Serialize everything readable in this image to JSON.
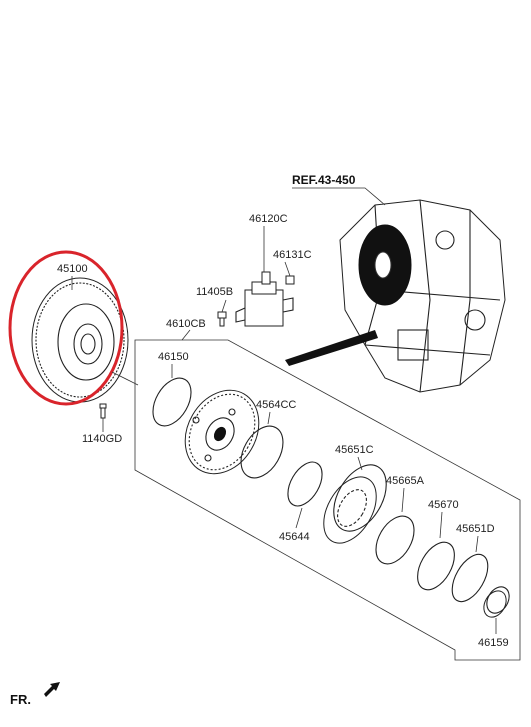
{
  "labels": {
    "ref": "REF.43-450",
    "p45100": "45100",
    "p46120C": "46120C",
    "p46131C": "46131C",
    "p11405B": "11405B",
    "p4610CB": "4610CB",
    "p46150": "46150",
    "p1140GD": "1140GD",
    "p4564CC": "4564CC",
    "p45651C": "45651C",
    "p45665A": "45665A",
    "p45670": "45670",
    "p45644": "45644",
    "p45651D": "45651D",
    "p46159": "46159",
    "fr": "FR."
  },
  "colors": {
    "highlight": "#d9242b",
    "ink": "#222222"
  }
}
